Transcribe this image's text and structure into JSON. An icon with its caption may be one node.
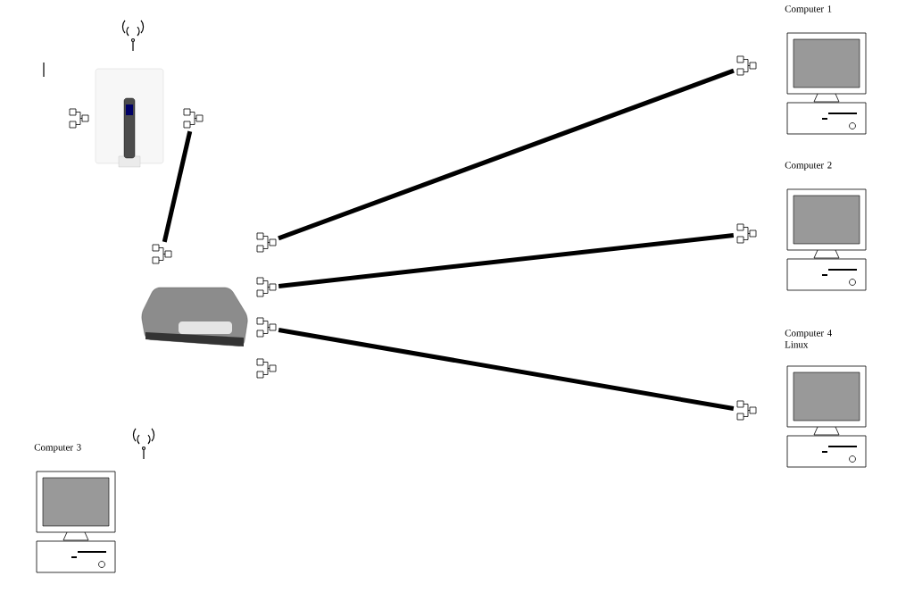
{
  "diagram": {
    "nodes": [
      {
        "text": [],
        "shape": "picture"
      },
      {
        "text": [],
        "shape": "picture"
      },
      {
        "text": [],
        "shape": "picture"
      },
      {
        "text": [],
        "shape": "picture"
      },
      {
        "text": [],
        "shape": "picture"
      },
      {
        "text": [],
        "shape": "picture"
      },
      {
        "text": [],
        "shape": "picture"
      },
      {
        "text": [],
        "shape": "picture"
      },
      {
        "text": [],
        "shape": "picture"
      },
      {
        "text": [
          "Computer 1"
        ]
      },
      {
        "text": [],
        "shape": "picture"
      },
      {
        "text": [
          "Computer 2"
        ]
      },
      {
        "text": [],
        "shape": "picture"
      },
      {
        "text": [
          "Computer 4 Linux"
        ]
      },
      {
        "text": [],
        "shape": "picture"
      },
      {
        "text": [
          "Computer 3"
        ]
      }
    ],
    "edges": [
      {
        "from": 2,
        "to": 3,
        "arrow": "none"
      },
      {
        "from": 5,
        "to": 10,
        "arrow": "none"
      },
      {
        "from": 6,
        "to": 12,
        "arrow": "none"
      },
      {
        "from": 7,
        "to": 14,
        "arrow": "none"
      }
    ]
  }
}
